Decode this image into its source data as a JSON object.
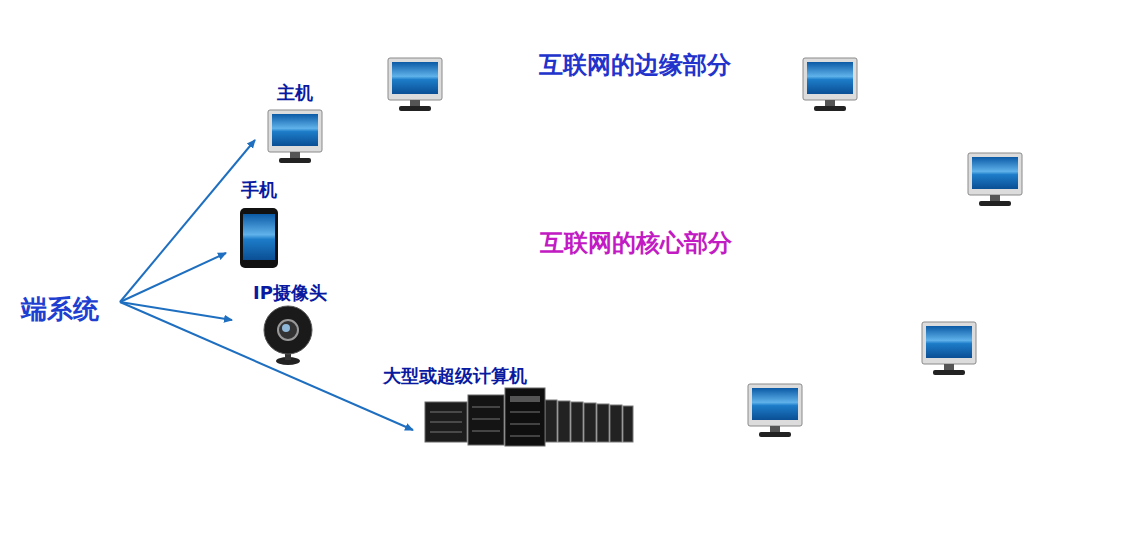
{
  "diagram": {
    "nodes": [
      {
        "text": [
          "互联网的边缘部分"
        ]
      },
      {
        "text": [
          "互联网的核心部分"
        ],
        "in": 0
      }
    ],
    "labels": [
      "端系统",
      "主机",
      "手机",
      "IP摄像头",
      "大型或超级计算机"
    ]
  }
}
